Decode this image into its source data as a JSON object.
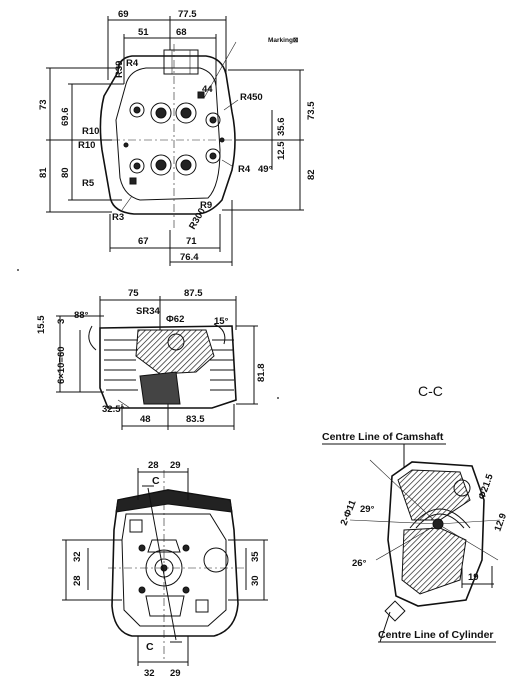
{
  "top_view": {
    "dims": [
      "69",
      "77.5",
      "51",
      "68",
      "R39",
      "R4",
      "R450",
      "73",
      "69.6",
      "R10",
      "R10",
      "R5",
      "81",
      "80",
      "R3",
      "67",
      "71",
      "76.4",
      "R300",
      "R9",
      "R4",
      "49°",
      "44",
      "35.6",
      "12.5",
      "73.5",
      "82"
    ],
    "marking_label": "Marking⊠"
  },
  "side_view": {
    "dims": [
      "75",
      "87.5",
      "15.5",
      "3",
      "88°",
      "SR34",
      "Φ62",
      "15°",
      "6×10=60",
      "81.8",
      "32.5°",
      "48",
      "83.5"
    ]
  },
  "bottom_view": {
    "dims": [
      "28",
      "29",
      "32",
      "28",
      "30",
      "35",
      "32",
      "29"
    ],
    "section_marks": [
      "C",
      "C"
    ]
  },
  "section_cc": {
    "title": "C-C",
    "camshaft_label": "Centre Line of Camshaft",
    "cylinder_label": "Centre Line of Cylinder",
    "dims": [
      "2-Φ11",
      "29°",
      "Φ21.5",
      "12.9",
      "26°",
      "19"
    ]
  }
}
